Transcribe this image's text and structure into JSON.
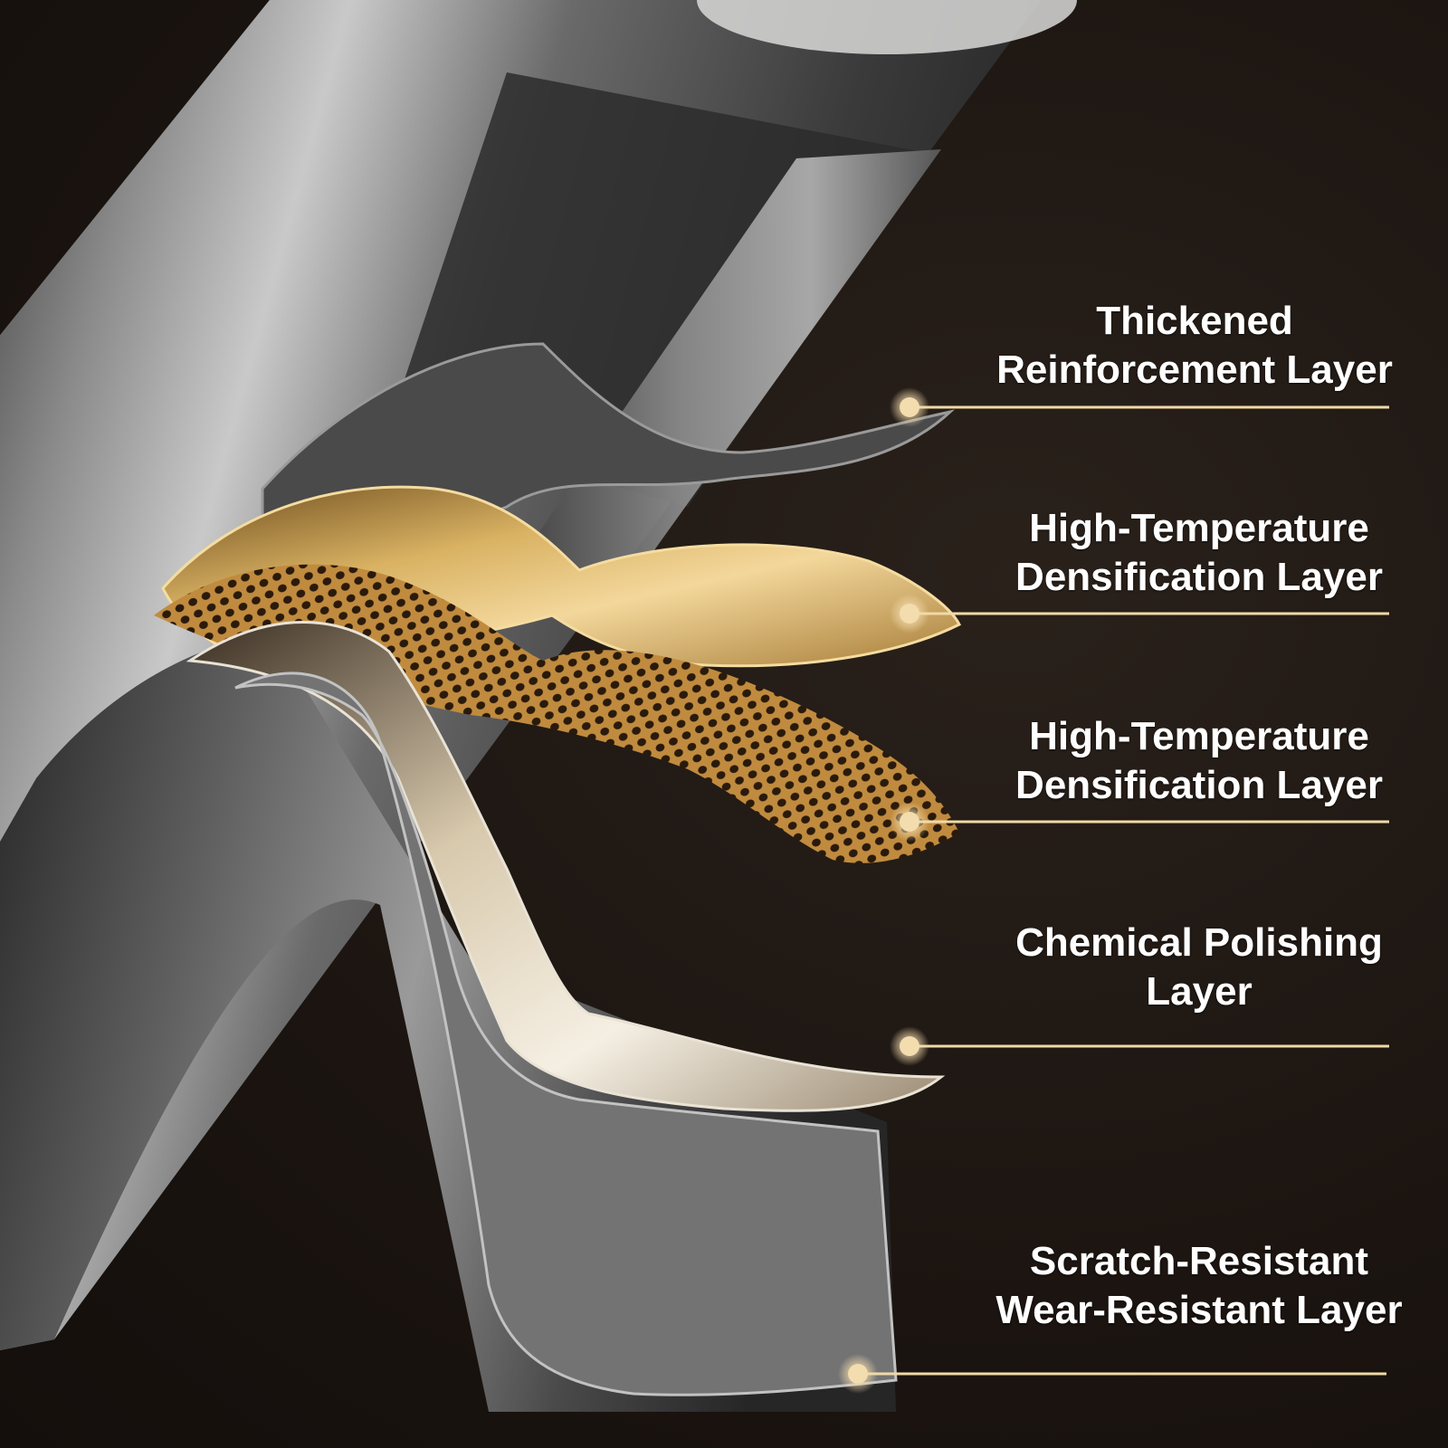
{
  "colors": {
    "background": "#1b1410",
    "leader_line": "#f0d9a6",
    "marker": "#f3dcae",
    "label_text": "#ffffff",
    "gold": "#c89a48",
    "steel": "#6d6d6e"
  },
  "layers": [
    {
      "id": "thickened",
      "line1": "Thickened",
      "line2": "Reinforcement Layer"
    },
    {
      "id": "densification-1",
      "line1": "High-Temperature",
      "line2": "Densification Layer"
    },
    {
      "id": "densification-2",
      "line1": "High-Temperature",
      "line2": "Densification Layer"
    },
    {
      "id": "chemical-polishing",
      "line1": "Chemical Polishing",
      "line2": "Layer"
    },
    {
      "id": "scratch-resistant",
      "line1": "Scratch-Resistant",
      "line2": "Wear-Resistant Layer"
    }
  ]
}
